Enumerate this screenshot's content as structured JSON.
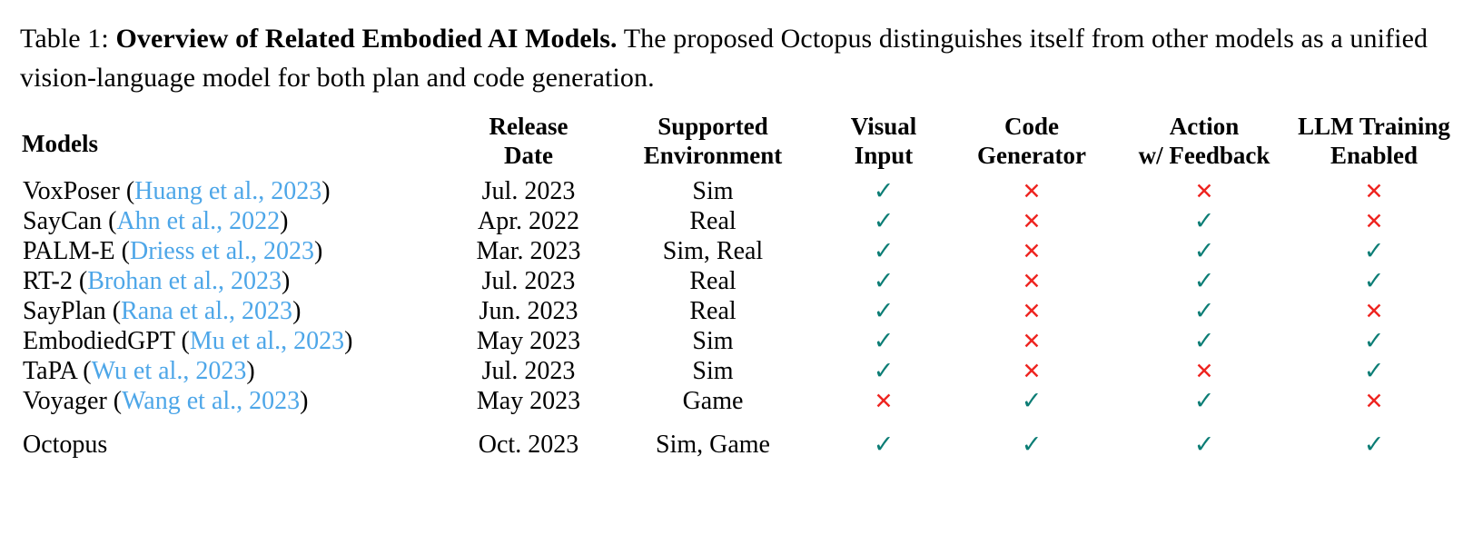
{
  "caption": {
    "label": "Table 1:",
    "bold_title": "Overview of Related Embodied AI Models.",
    "body": "The proposed Octopus distinguishes itself from other models as a unified vision-language model for both plan and code generation."
  },
  "colors": {
    "check": "#0c7d75",
    "cross": "#ee2420",
    "citation_link": "#4da6e8",
    "text": "#000000",
    "background": "#ffffff"
  },
  "glyphs": {
    "check": "✓",
    "cross": "✕"
  },
  "table": {
    "headers": [
      {
        "line1": "Models",
        "line2": ""
      },
      {
        "line1": "Release",
        "line2": "Date"
      },
      {
        "line1": "Supported",
        "line2": "Environment"
      },
      {
        "line1": "Visual",
        "line2": "Input"
      },
      {
        "line1": "Code",
        "line2": "Generator"
      },
      {
        "line1": "Action",
        "line2": "w/ Feedback"
      },
      {
        "line1": "LLM Training",
        "line2": "Enabled"
      }
    ],
    "rows": [
      {
        "model_name": "VoxPoser",
        "citation": "Huang et al., 2023",
        "release_date": "Jul. 2023",
        "environment": "Sim",
        "visual_input": "yes",
        "code_generator": "no",
        "action_feedback": "no",
        "llm_training": "no"
      },
      {
        "model_name": "SayCan",
        "citation": "Ahn et al., 2022",
        "release_date": "Apr. 2022",
        "environment": "Real",
        "visual_input": "yes",
        "code_generator": "no",
        "action_feedback": "yes",
        "llm_training": "no"
      },
      {
        "model_name": "PALM-E",
        "citation": "Driess et al., 2023",
        "release_date": "Mar. 2023",
        "environment": "Sim, Real",
        "visual_input": "yes",
        "code_generator": "no",
        "action_feedback": "yes",
        "llm_training": "yes"
      },
      {
        "model_name": "RT-2",
        "citation": "Brohan et al., 2023",
        "release_date": "Jul. 2023",
        "environment": "Real",
        "visual_input": "yes",
        "code_generator": "no",
        "action_feedback": "yes",
        "llm_training": "yes"
      },
      {
        "model_name": "SayPlan",
        "citation": "Rana et al., 2023",
        "release_date": "Jun. 2023",
        "environment": "Real",
        "visual_input": "yes",
        "code_generator": "no",
        "action_feedback": "yes",
        "llm_training": "no"
      },
      {
        "model_name": "EmbodiedGPT",
        "citation": "Mu et al., 2023",
        "release_date": "May 2023",
        "environment": "Sim",
        "visual_input": "yes",
        "code_generator": "no",
        "action_feedback": "yes",
        "llm_training": "yes"
      },
      {
        "model_name": "TaPA",
        "citation": "Wu et al., 2023",
        "release_date": "Jul. 2023",
        "environment": "Sim",
        "visual_input": "yes",
        "code_generator": "no",
        "action_feedback": "no",
        "llm_training": "yes"
      },
      {
        "model_name": "Voyager",
        "citation": "Wang et al., 2023",
        "release_date": "May 2023",
        "environment": "Game",
        "visual_input": "no",
        "code_generator": "yes",
        "action_feedback": "yes",
        "llm_training": "no"
      }
    ],
    "highlight_row": {
      "model_name": "Octopus",
      "citation": "",
      "release_date": "Oct. 2023",
      "environment": "Sim, Game",
      "visual_input": "yes",
      "code_generator": "yes",
      "action_feedback": "yes",
      "llm_training": "yes"
    }
  }
}
